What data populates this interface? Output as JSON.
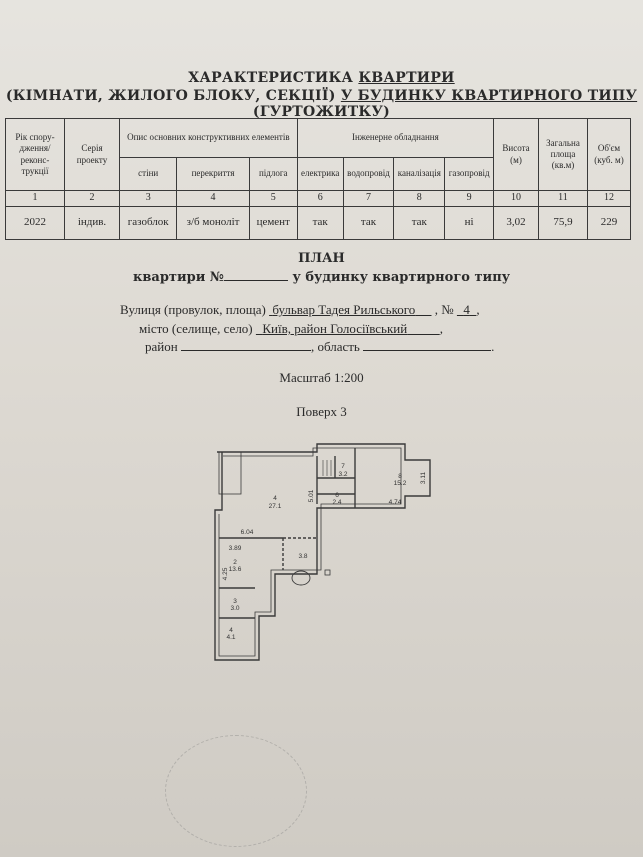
{
  "header": {
    "title_line1_prefix": "ХАРАКТЕРИСТИКА ",
    "title_line1_underlined": "КВАРТИРИ",
    "title_line2_a": "(КІМНАТИ, ЖИЛОГО БЛОКУ, СЕКЦІЇ) ",
    "title_line2_b": "У БУДИНКУ КВАРТИРНОГО ТИПУ",
    "title_line2_c": " (ГУРТОЖИТКУ)"
  },
  "table": {
    "col_year": "Рік спору-дження/ реконс-трукції",
    "col_series": "Серія проекту",
    "group_structure": "Опис основних конструктивних елементів",
    "col_walls": "стіни",
    "col_floors_overlap": "перекриття",
    "col_floor": "підлога",
    "group_engineering": "Інженерне обладнання",
    "col_electric": "електрика",
    "col_water": "водопровід",
    "col_sewer": "каналізація",
    "col_gas": "газопровід",
    "col_height": "Висота (м)",
    "col_area": "Загальна площа (кв.м)",
    "col_volume": "Об'єм (куб. м)",
    "numbers": [
      "1",
      "2",
      "3",
      "4",
      "5",
      "6",
      "7",
      "8",
      "9",
      "10",
      "11",
      "12"
    ],
    "values": [
      "2022",
      "індив.",
      "газоблок",
      "з/б моноліт",
      "цемент",
      "так",
      "так",
      "так",
      "ні",
      "3,02",
      "75,9",
      "229"
    ]
  },
  "plan": {
    "title": "ПЛАН",
    "subtitle_a": "квартири №",
    "subtitle_b": " у будинку квартирного типу",
    "street_label": "Вулиця (провулок, площа)",
    "street_value": "бульвар Тадея Рильського",
    "number_label": ", №",
    "number_value": "4",
    "city_label": "місто (селище, село)",
    "city_value": "Київ, район Голосіївський",
    "district_label": "район",
    "region_label": ", область",
    "scale": "Масштаб 1:200",
    "floor": "Поверх 3"
  },
  "drawing": {
    "rooms": [
      {
        "n": "7",
        "area": "3.2"
      },
      {
        "n": "8",
        "area": "15.2"
      },
      {
        "n": "4",
        "area": "27.1"
      },
      {
        "n": "6",
        "area": "2.4"
      },
      {
        "n": "2",
        "area": "13.6"
      },
      {
        "n": "3",
        "area": "3.0"
      },
      {
        "n": "4",
        "area": "4.1"
      }
    ],
    "dims": {
      "d501": "5.01",
      "d311": "3.11",
      "d474": "4.74",
      "d604": "6.04",
      "d389": "3.89",
      "d38": "3.8",
      "d425": "4.25"
    }
  }
}
